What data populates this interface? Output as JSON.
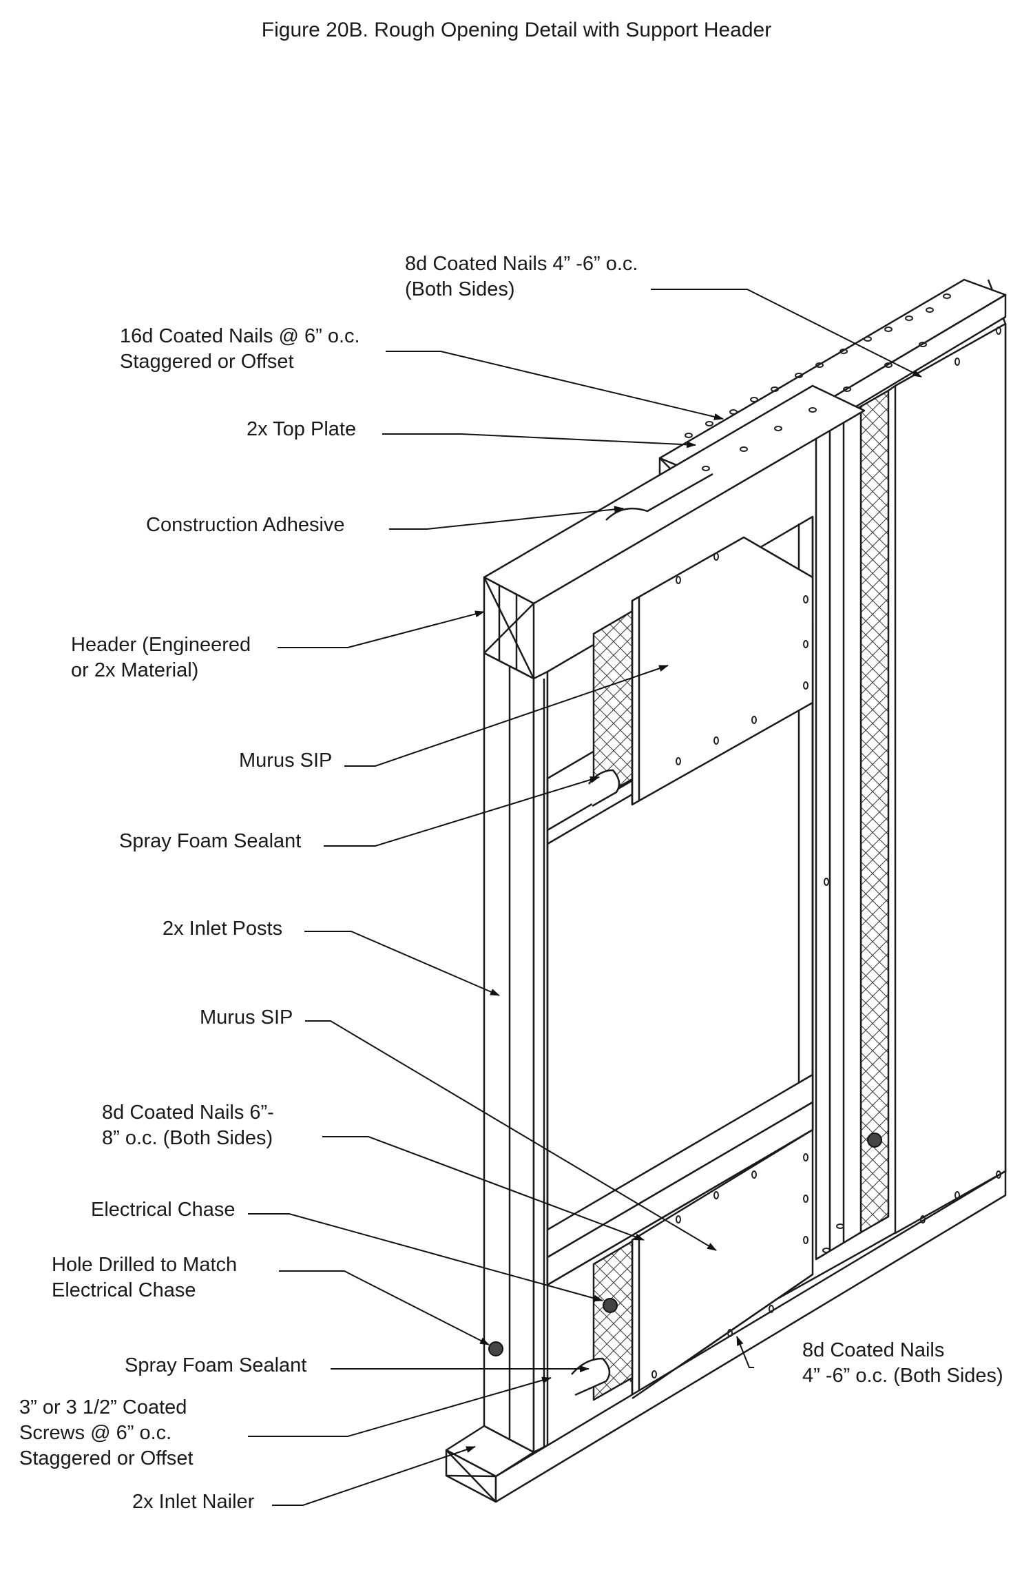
{
  "title": "Figure 20B. Rough Opening Detail with Support Header",
  "callouts": {
    "nails_top": [
      "8d Coated Nails 4” -6” o.c.",
      "(Both Sides)"
    ],
    "nails16d": [
      "16d Coated Nails @ 6” o.c.",
      "Staggered or Offset"
    ],
    "top_plate": [
      "2x Top Plate"
    ],
    "adhesive": [
      "Construction Adhesive"
    ],
    "header": [
      "Header (Engineered",
      "or 2x Material)"
    ],
    "sip_upper": [
      "Murus SIP"
    ],
    "foam_upper": [
      "Spray Foam Sealant"
    ],
    "inlet_posts": [
      "2x Inlet Posts"
    ],
    "sip_lower": [
      "Murus SIP"
    ],
    "nails_mid": [
      "8d Coated Nails 6”-",
      "8” o.c. (Both Sides)"
    ],
    "chase": [
      "Electrical Chase"
    ],
    "hole": [
      "Hole Drilled to Match",
      "Electrical Chase"
    ],
    "foam_lower": [
      "Spray Foam Sealant"
    ],
    "screws": [
      "3” or 3 1/2” Coated",
      "Screws @ 6” o.c.",
      "Staggered or Offset"
    ],
    "nailer": [
      "2x Inlet Nailer"
    ],
    "nails_bottom": [
      "8d Coated Nails",
      "4” -6” o.c. (Both Sides)"
    ]
  }
}
